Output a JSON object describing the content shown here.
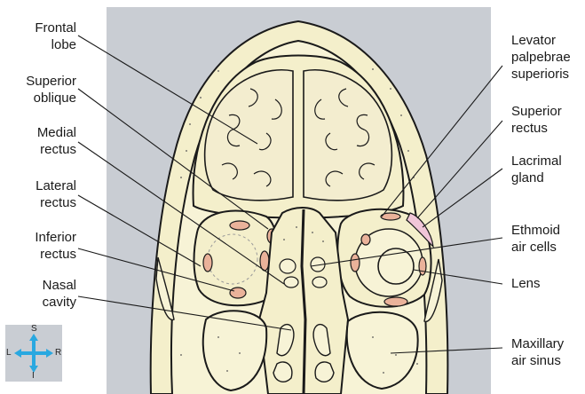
{
  "labels_left": [
    {
      "id": "frontal-lobe",
      "lines": [
        "Frontal",
        "lobe"
      ]
    },
    {
      "id": "superior-oblique",
      "lines": [
        "Superior",
        "oblique"
      ]
    },
    {
      "id": "medial-rectus",
      "lines": [
        "Medial",
        "rectus"
      ]
    },
    {
      "id": "lateral-rectus",
      "lines": [
        "Lateral",
        "rectus"
      ]
    },
    {
      "id": "inferior-rectus",
      "lines": [
        "Inferior",
        "rectus"
      ]
    },
    {
      "id": "nasal-cavity",
      "lines": [
        "Nasal",
        "cavity"
      ]
    }
  ],
  "labels_right": [
    {
      "id": "levator-palpebrae-superioris",
      "lines": [
        "Levator",
        "palpebrae",
        "superioris"
      ]
    },
    {
      "id": "superior-rectus",
      "lines": [
        "Superior",
        "rectus"
      ]
    },
    {
      "id": "lacrimal-gland",
      "lines": [
        "Lacrimal",
        "gland"
      ]
    },
    {
      "id": "ethmoid-air-cells",
      "lines": [
        "Ethmoid",
        "air cells"
      ]
    },
    {
      "id": "lens",
      "lines": [
        "Lens"
      ]
    },
    {
      "id": "maxillary-air-sinus",
      "lines": [
        "Maxillary",
        "air sinus"
      ]
    }
  ],
  "compass": {
    "superior": "S",
    "inferior": "I",
    "left": "L",
    "right": "R"
  },
  "colors": {
    "panel": "#c9cdd3",
    "tissue": "#f4efcb",
    "muscle": "#eab29a",
    "arrow": "#29a8e0",
    "outline": "#1a1a1a"
  }
}
